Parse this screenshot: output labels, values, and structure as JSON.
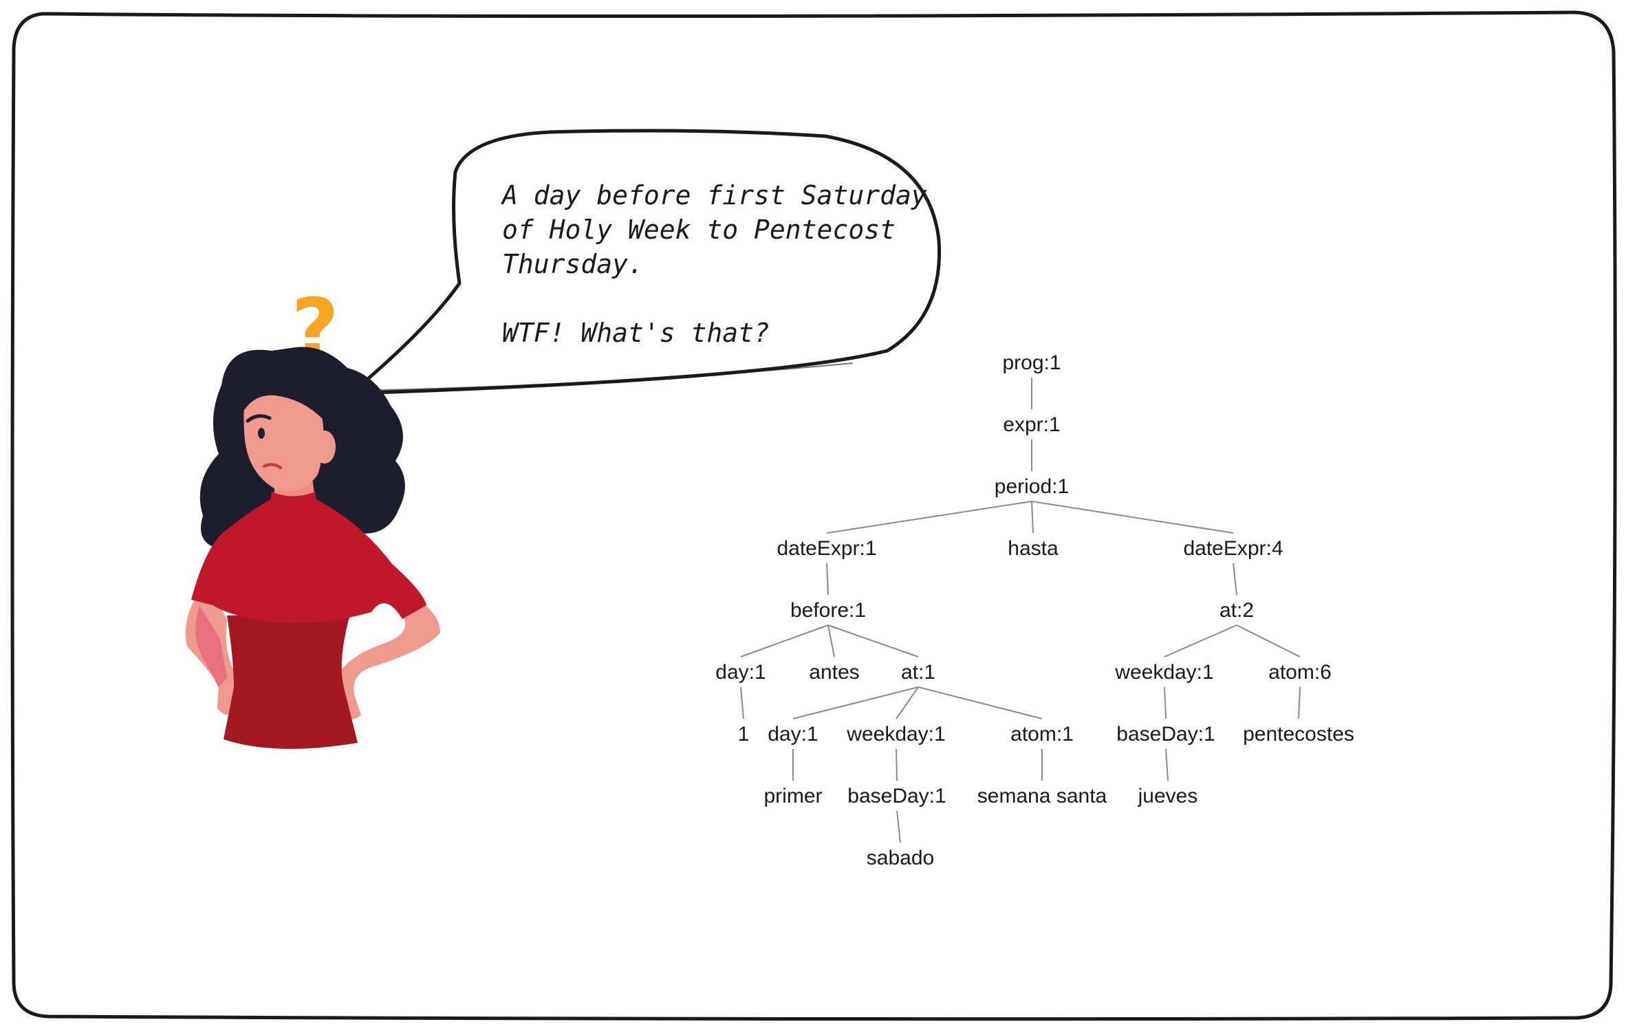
{
  "speech_bubble": {
    "lines": [
      "A day before first Saturday",
      "of Holy Week to Pentecost",
      "Thursday.",
      "",
      "WTF! What's that?"
    ]
  },
  "question_mark": "?",
  "character": {
    "icon": "confused-woman-illustration"
  },
  "colors": {
    "frame": "#1b1b1b",
    "hair": "#1d1d2e",
    "skin": "#f0998f",
    "shirt": "#c0182a",
    "shirt_shadow": "#a31820",
    "question_mark": "#f5a623",
    "edge": "#8a8a8a"
  },
  "parse_tree": {
    "nodes": [
      {
        "id": "prog",
        "label": "prog:1"
      },
      {
        "id": "expr",
        "label": "expr:1"
      },
      {
        "id": "period",
        "label": "period:1"
      },
      {
        "id": "dateExpr1",
        "label": "dateExpr:1"
      },
      {
        "id": "hasta",
        "label": "hasta"
      },
      {
        "id": "dateExpr4",
        "label": "dateExpr:4"
      },
      {
        "id": "before",
        "label": "before:1"
      },
      {
        "id": "at2",
        "label": "at:2"
      },
      {
        "id": "dayA",
        "label": "day:1"
      },
      {
        "id": "antes",
        "label": "antes"
      },
      {
        "id": "at1",
        "label": "at:1"
      },
      {
        "id": "weekdayB",
        "label": "weekday:1"
      },
      {
        "id": "atom6",
        "label": "atom:6"
      },
      {
        "id": "one",
        "label": "1"
      },
      {
        "id": "dayB",
        "label": "day:1"
      },
      {
        "id": "weekdayA",
        "label": "weekday:1"
      },
      {
        "id": "atom1",
        "label": "atom:1"
      },
      {
        "id": "baseDayB",
        "label": "baseDay:1"
      },
      {
        "id": "pentecostes",
        "label": "pentecostes"
      },
      {
        "id": "primer",
        "label": "primer"
      },
      {
        "id": "baseDayA",
        "label": "baseDay:1"
      },
      {
        "id": "semana",
        "label": "semana santa"
      },
      {
        "id": "jueves",
        "label": "jueves"
      },
      {
        "id": "sabado",
        "label": "sabado"
      }
    ],
    "edges": [
      [
        "prog",
        "expr"
      ],
      [
        "expr",
        "period"
      ],
      [
        "period",
        "dateExpr1"
      ],
      [
        "period",
        "hasta"
      ],
      [
        "period",
        "dateExpr4"
      ],
      [
        "dateExpr1",
        "before"
      ],
      [
        "dateExpr4",
        "at2"
      ],
      [
        "before",
        "dayA"
      ],
      [
        "before",
        "antes"
      ],
      [
        "before",
        "at1"
      ],
      [
        "at2",
        "weekdayB"
      ],
      [
        "at2",
        "atom6"
      ],
      [
        "dayA",
        "one"
      ],
      [
        "at1",
        "dayB"
      ],
      [
        "at1",
        "weekdayA"
      ],
      [
        "at1",
        "atom1"
      ],
      [
        "weekdayB",
        "baseDayB"
      ],
      [
        "atom6",
        "pentecostes"
      ],
      [
        "dayB",
        "primer"
      ],
      [
        "weekdayA",
        "baseDayA"
      ],
      [
        "atom1",
        "semana"
      ],
      [
        "baseDayB",
        "jueves"
      ],
      [
        "baseDayA",
        "sabado"
      ]
    ]
  }
}
